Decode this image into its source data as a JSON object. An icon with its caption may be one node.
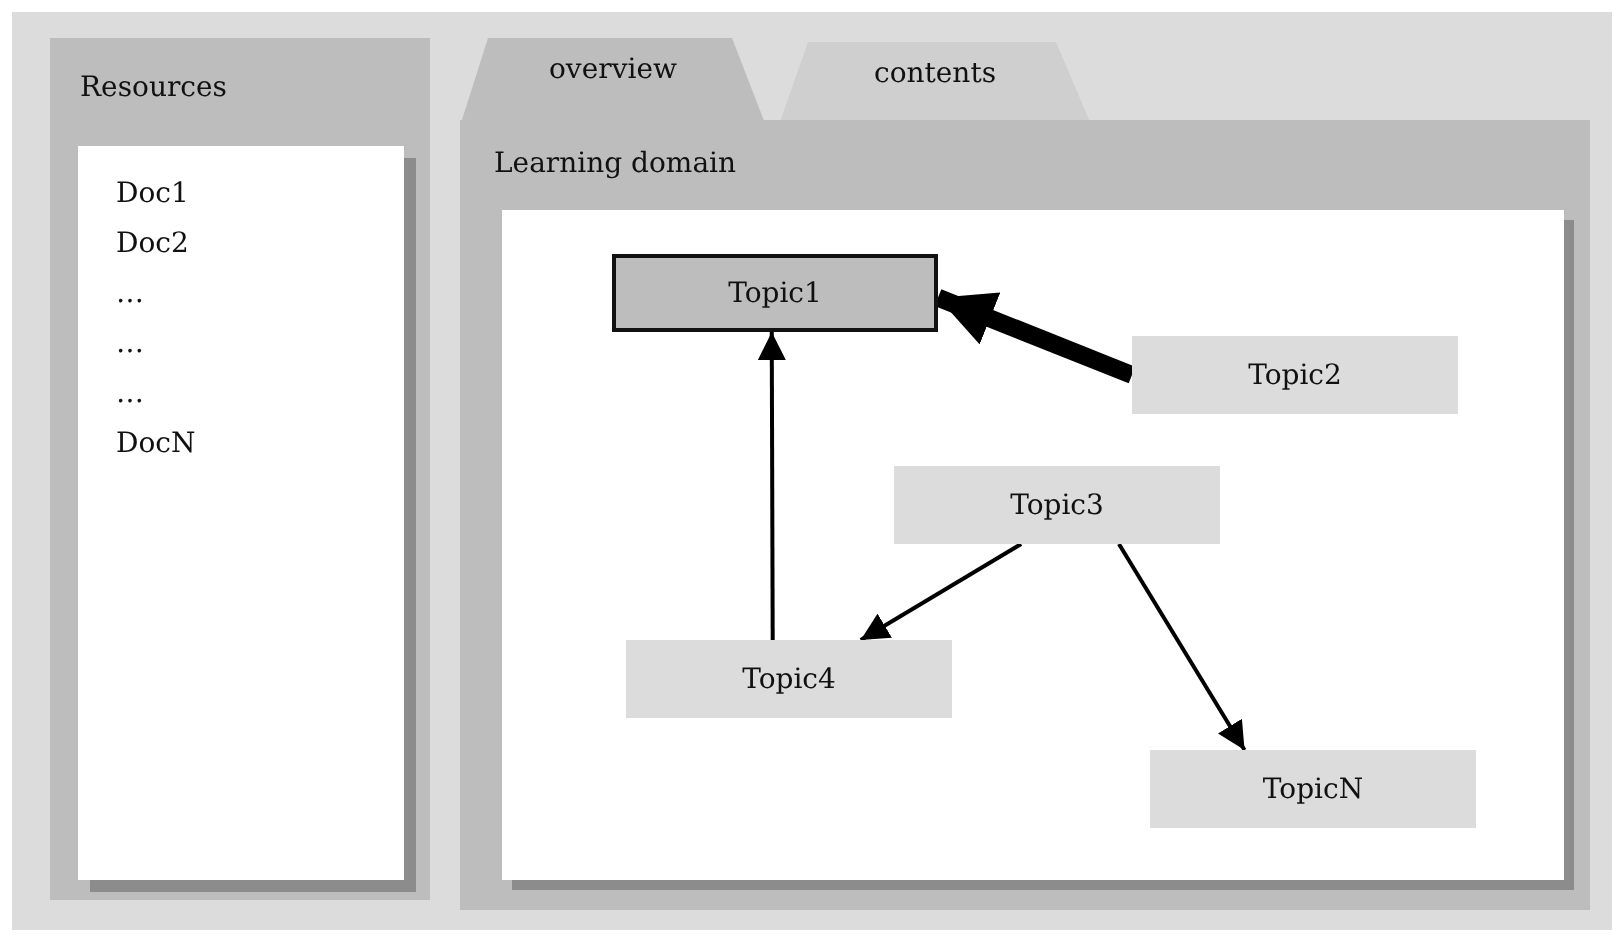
{
  "diagram": {
    "nodes": [
      {
        "text": [
          "Resources"
        ]
      },
      {
        "text": [
          "Doc1",
          "Doc2",
          "…",
          "…",
          "…",
          "DocN"
        ],
        "in": 0
      },
      {
        "text": [
          "overview"
        ]
      },
      {
        "text": [
          "contents"
        ]
      },
      {
        "text": [
          "Learning domain"
        ]
      },
      {
        "text": [],
        "shape": "box",
        "in": 4
      },
      {
        "text": [
          "Topic1"
        ],
        "in": 5
      },
      {
        "text": [
          "Topic2"
        ],
        "in": 5
      },
      {
        "text": [
          "Topic3"
        ],
        "in": 5
      },
      {
        "text": [
          "Topic4"
        ],
        "in": 5
      },
      {
        "text": [
          "TopicN"
        ],
        "in": 5
      }
    ],
    "edges": [
      {
        "from": 7,
        "to": 6,
        "arrow": "to",
        "style": "thick"
      },
      {
        "from": 9,
        "to": 6,
        "arrow": "to"
      },
      {
        "from": 8,
        "to": 9,
        "arrow": "to"
      },
      {
        "from": 8,
        "to": 10,
        "arrow": "to"
      }
    ]
  }
}
